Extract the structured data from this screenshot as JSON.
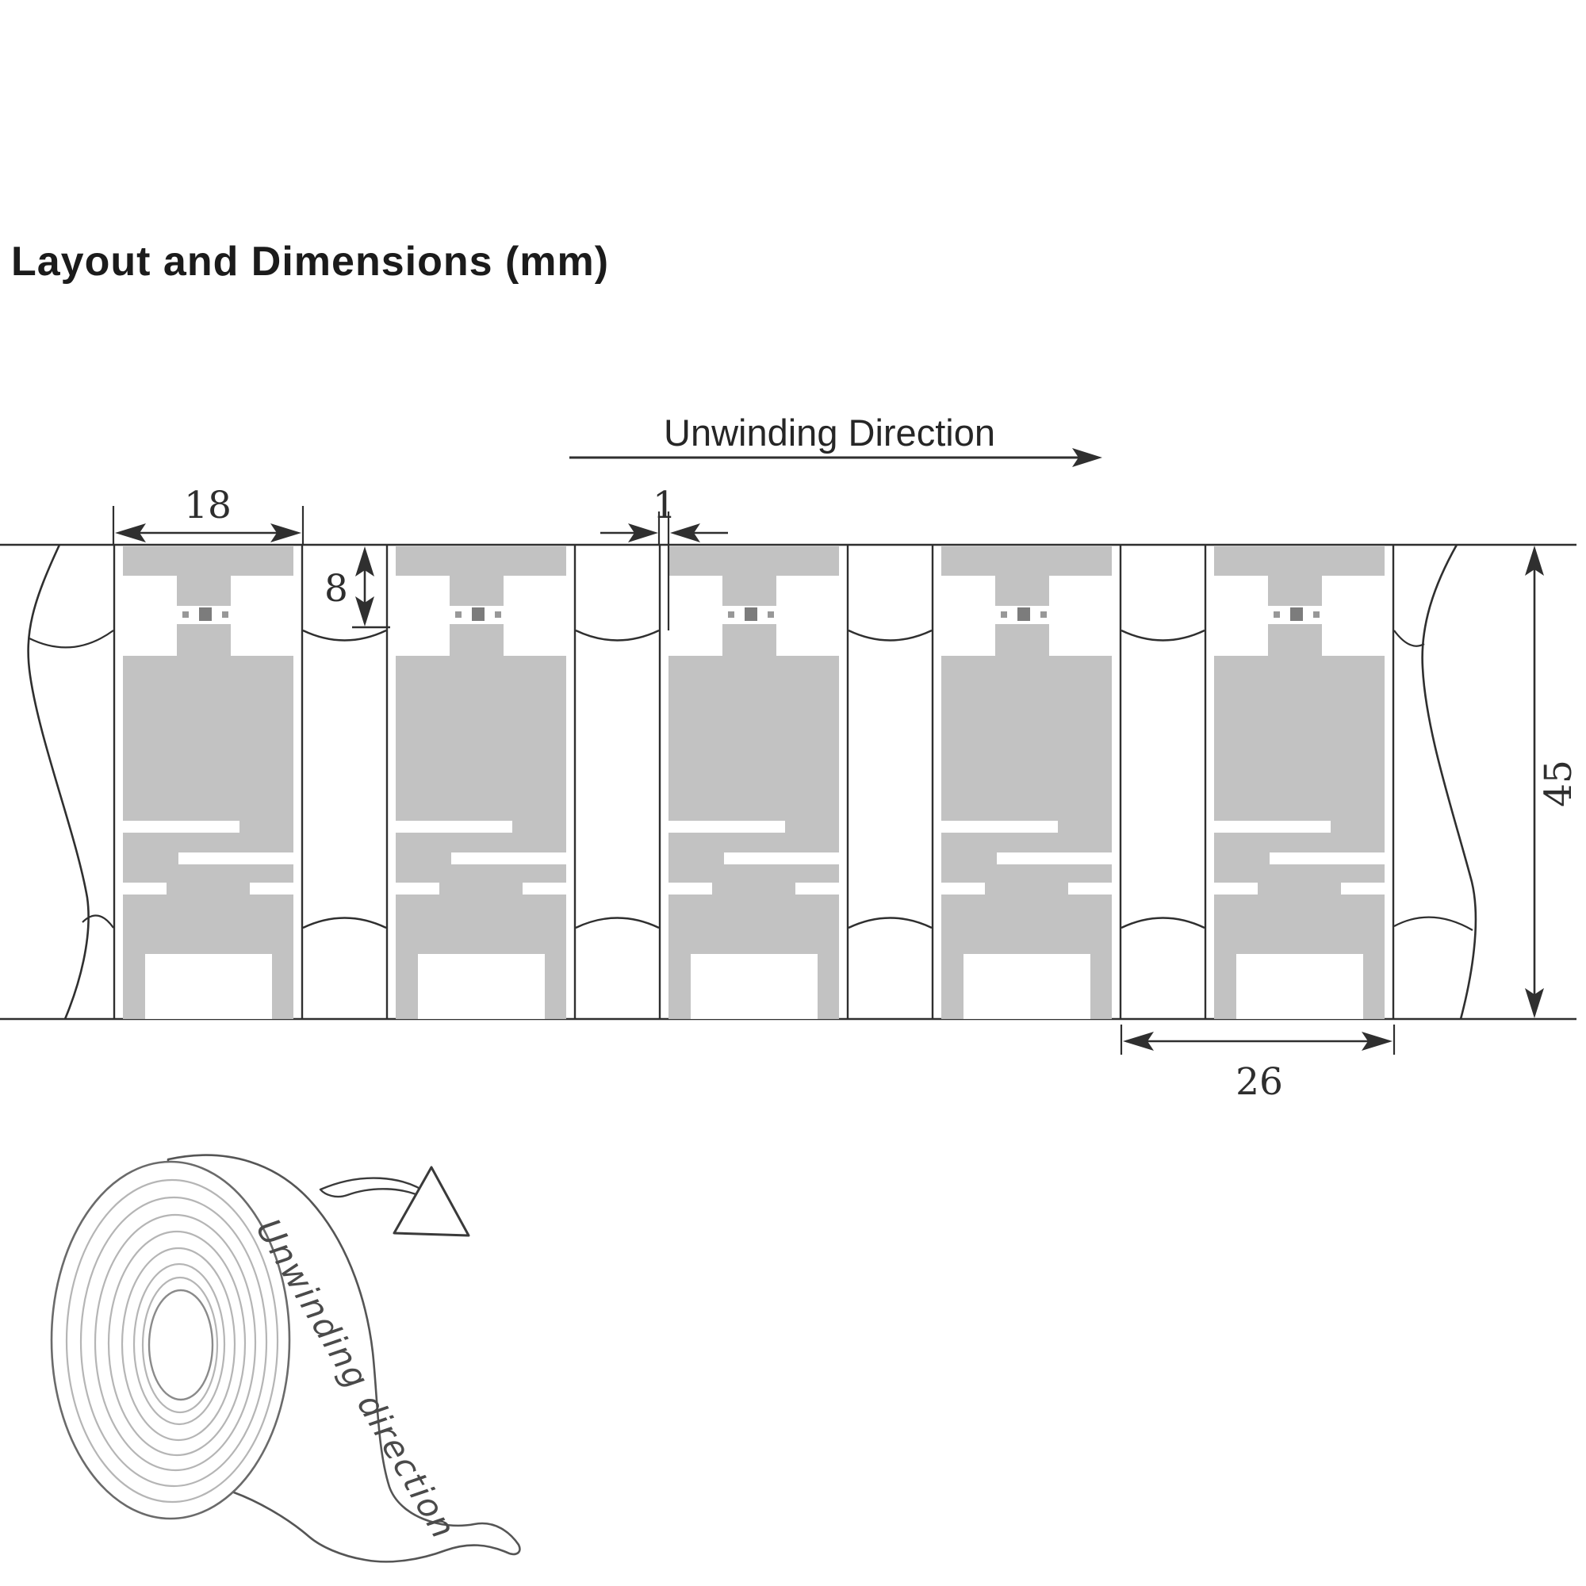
{
  "page": {
    "title": "Layout and Dimensions (mm)"
  },
  "strip_diagram": {
    "unwinding_direction_label": "Unwinding Direction",
    "dimensions_mm": {
      "label_width": "18",
      "antenna_edge_gap": "1",
      "notch_depth": "8",
      "web_height": "45",
      "label_pitch": "26"
    },
    "tag_count": 5,
    "colors": {
      "antenna_fill": "#c2c2c2",
      "line": "#2f2f2f",
      "chip_fill": "#7c7c7c"
    }
  },
  "roll_illustration": {
    "strip_text": "Unwinding direction"
  }
}
